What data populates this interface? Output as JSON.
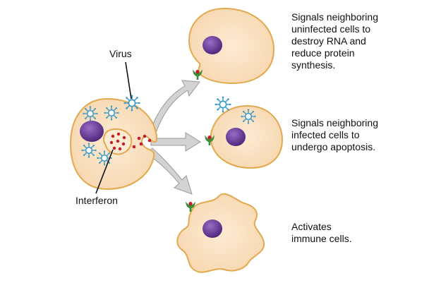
{
  "labels": {
    "virus": "Virus",
    "interferon": "Interferon"
  },
  "descriptions": [
    "Signals neighboring\nuninfected cells to\ndestroy RNA and\nreduce protein\nsynthesis.",
    "Signals neighboring\ninfected cells to\nundergo apoptosis.",
    "Activates\nimmune cells."
  ],
  "colors": {
    "cell_fill": "#fbe3c6",
    "cell_stroke": "#e2a94f",
    "nucleus": "#5b2c8e",
    "virus": "#3b9ac7",
    "interferon_dot": "#c21f2a",
    "receptor": "#3a8f3a",
    "arrow": "#c8c8c8"
  }
}
